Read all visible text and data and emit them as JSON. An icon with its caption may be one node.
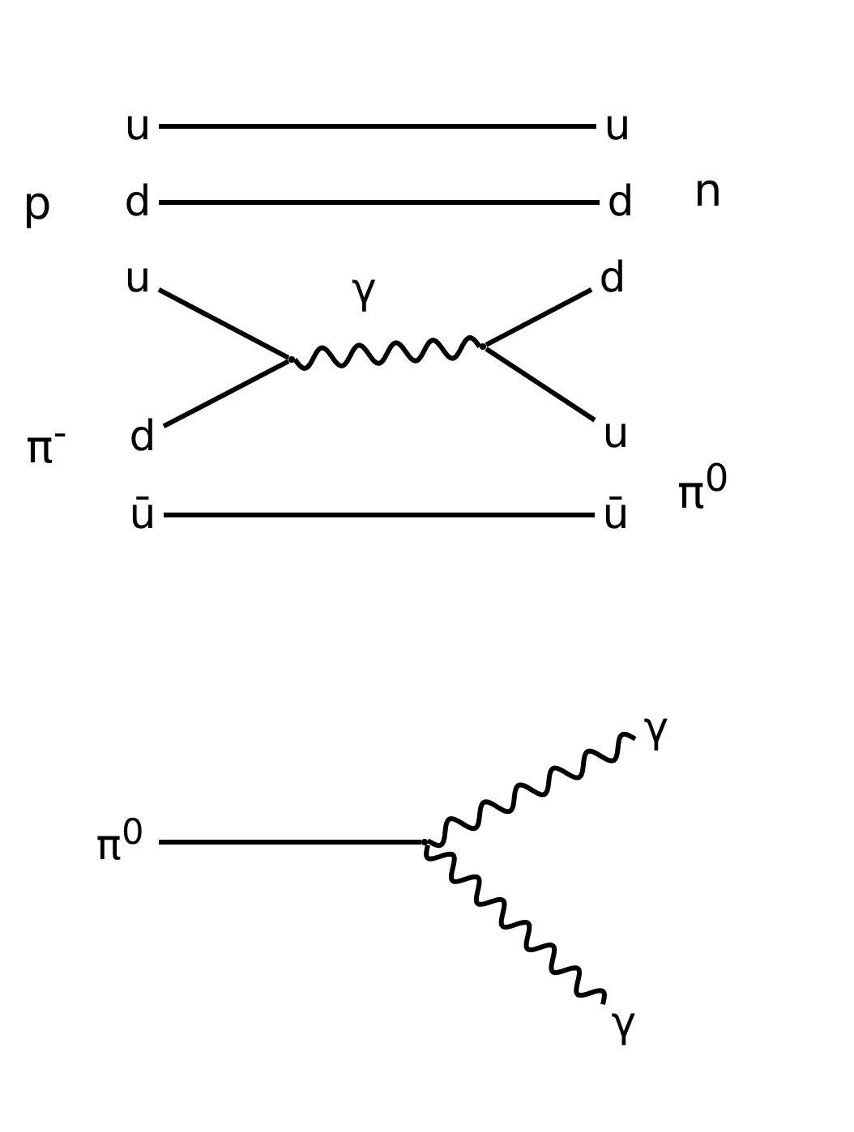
{
  "diagram": {
    "nodes": [
      {
        "text": [
          "u"
        ]
      },
      {
        "text": [
          "u"
        ]
      },
      {
        "text": [
          "d"
        ]
      },
      {
        "text": [
          "d"
        ]
      },
      {
        "text": [
          "u"
        ]
      },
      {
        "text": [
          "d"
        ]
      },
      {
        "text": [],
        "shape": "vertex"
      },
      {
        "text": [],
        "shape": "vertex"
      },
      {
        "text": [
          "d"
        ]
      },
      {
        "text": [
          "u"
        ]
      },
      {
        "text": [
          "ū"
        ]
      },
      {
        "text": [
          "ū"
        ]
      },
      {
        "text": [
          "π$^{0}$"
        ]
      },
      {
        "text": [],
        "shape": "vertex"
      },
      {
        "text": [
          "γ"
        ]
      },
      {
        "text": [
          "γ"
        ]
      }
    ],
    "edges": [
      {
        "from": 0,
        "to": 1,
        "arrow": "none"
      },
      {
        "from": 2,
        "to": 3,
        "arrow": "none"
      },
      {
        "from": 4,
        "to": 6,
        "arrow": "none"
      },
      {
        "from": 8,
        "to": 6,
        "arrow": "none"
      },
      {
        "from": 6,
        "to": 7,
        "arrow": "none",
        "label": "γ"
      },
      {
        "from": 7,
        "to": 5,
        "arrow": "none"
      },
      {
        "from": 7,
        "to": 9,
        "arrow": "none"
      },
      {
        "from": 10,
        "to": 11,
        "arrow": "none"
      },
      {
        "from": 12,
        "to": 13,
        "arrow": "none"
      },
      {
        "from": 13,
        "to": 14,
        "arrow": "none"
      },
      {
        "from": 13,
        "to": 15,
        "arrow": "none"
      }
    ],
    "labels": [
      "p",
      "n",
      "π$^{-}$",
      "π$^{0}$"
    ]
  }
}
